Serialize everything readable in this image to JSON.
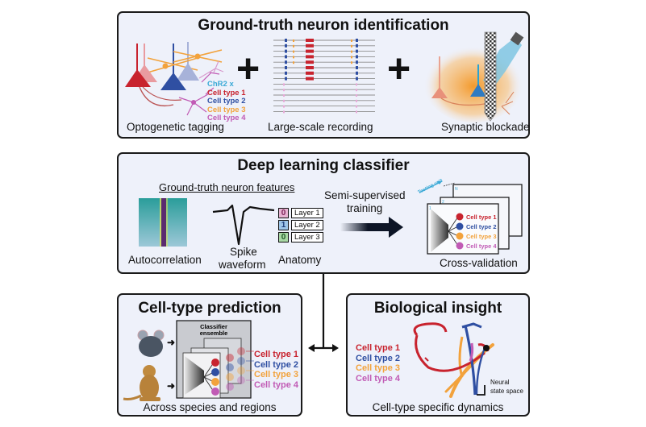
{
  "colors": {
    "cell_type_1": "#c8232e",
    "cell_type_2": "#2f4fa2",
    "cell_type_3": "#f2a23c",
    "cell_type_4": "#c15bb5",
    "chr2": "#3aa9d6",
    "panel_bg": "#eef1fa",
    "border": "#1a1a1a"
  },
  "panel1": {
    "title": "Ground-truth neuron identification",
    "captions": [
      "Optogenetic tagging",
      "Large-scale recording",
      "Synaptic blockade"
    ],
    "legend": [
      "ChR2 x",
      "Cell type 1",
      "Cell type 2",
      "Cell type 3",
      "Cell type 4"
    ],
    "plus": "+"
  },
  "panel2": {
    "title": "Deep learning classifier",
    "features_heading": "Ground-truth neuron features",
    "feature_captions": [
      "Autocorrelation",
      "Spike",
      "waveform",
      "Anatomy"
    ],
    "anatomy": [
      {
        "value": "0",
        "layer": "Layer 1"
      },
      {
        "value": "1",
        "layer": "Layer 2"
      },
      {
        "value": "0",
        "layer": "Layer 3"
      }
    ],
    "training_label_1": "Semi-supervised",
    "training_label_2": "training",
    "testing_unit": "Testing unit",
    "fold_labels": [
      "1",
      "2",
      "N"
    ],
    "cv_classes": [
      "Cell type 1",
      "Cell type 2",
      "Cell type 3",
      "Cell type 4"
    ],
    "cv_caption": "Cross-validation"
  },
  "panel3": {
    "title": "Cell-type prediction",
    "ensemble_label_1": "Classifier",
    "ensemble_label_2": "ensemble",
    "outputs": [
      "Cell type 1",
      "Cell type 2",
      "Cell type 3",
      "Cell type 4"
    ],
    "caption": "Across species and regions"
  },
  "panel4": {
    "title": "Biological insight",
    "legend": [
      "Cell type 1",
      "Cell type 2",
      "Cell type 3",
      "Cell type 4"
    ],
    "scale_label_1": "Neural",
    "scale_label_2": "state space",
    "caption": "Cell-type specific dynamics"
  }
}
